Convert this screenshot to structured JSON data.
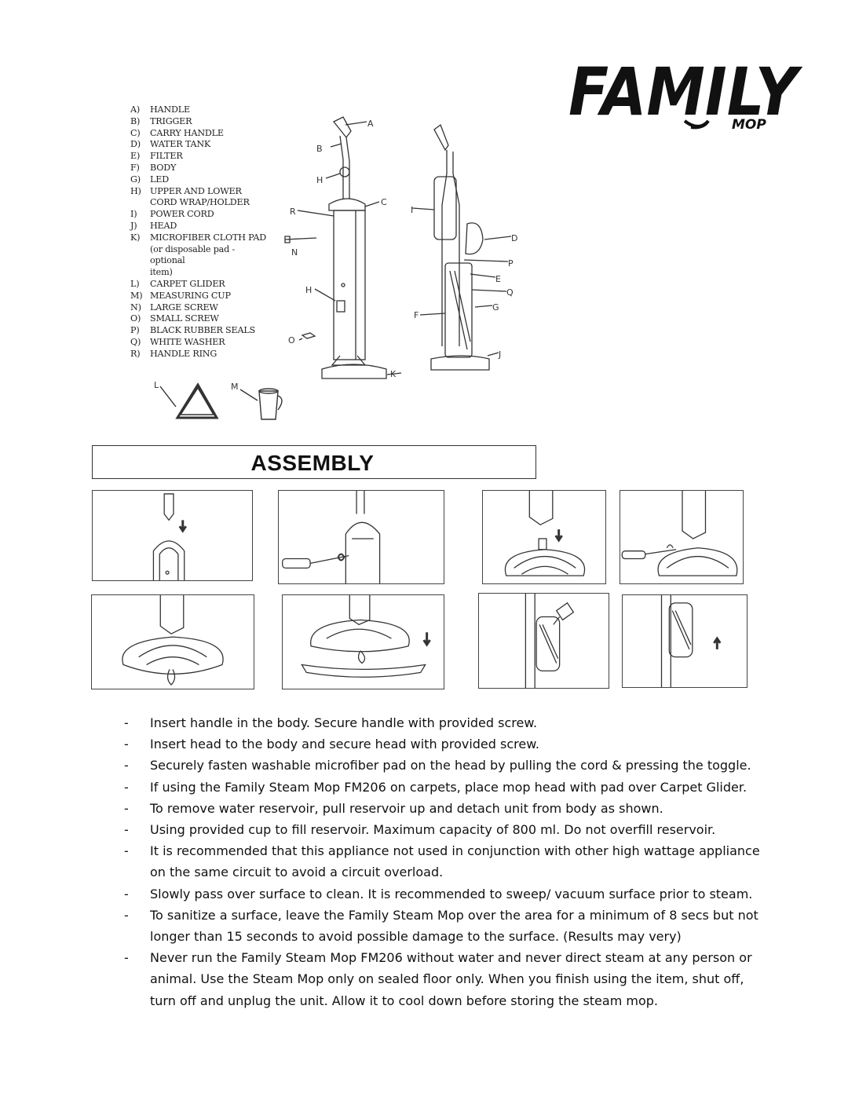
{
  "logo": {
    "word": "FAMILY",
    "sub": "MOP"
  },
  "parts": [
    {
      "key": "A)",
      "label": "HANDLE"
    },
    {
      "key": "B)",
      "label": "TRIGGER"
    },
    {
      "key": "C)",
      "label": "CARRY HANDLE"
    },
    {
      "key": "D)",
      "label": "WATER TANK"
    },
    {
      "key": "E)",
      "label": "FILTER"
    },
    {
      "key": "F)",
      "label": "BODY"
    },
    {
      "key": "G)",
      "label": "LED"
    },
    {
      "key": "H)",
      "label": "UPPER AND LOWER\nCORD WRAP/HOLDER"
    },
    {
      "key": "I)",
      "label": "POWER CORD"
    },
    {
      "key": "J)",
      "label": "HEAD"
    },
    {
      "key": "K)",
      "label": "MICROFIBER CLOTH PAD\n(or disposable pad - optional\n      item)"
    },
    {
      "key": "L)",
      "label": "CARPET GLIDER"
    },
    {
      "key": "M)",
      "label": "MEASURING CUP"
    },
    {
      "key": "N)",
      "label": "LARGE SCREW"
    },
    {
      "key": "O)",
      "label": "SMALL SCREW"
    },
    {
      "key": "P)",
      "label": "BLACK RUBBER SEALS"
    },
    {
      "key": "Q)",
      "label": "WHITE WASHER"
    },
    {
      "key": "R)",
      "label": "HANDLE RING"
    }
  ],
  "diagram_callouts": {
    "a": "A",
    "b": "B",
    "c": "C",
    "h1": "H",
    "r": "R",
    "n": "N",
    "h2": "H",
    "o": "O",
    "k": "K",
    "i": "I",
    "d": "D",
    "p": "P",
    "e": "E",
    "q": "Q",
    "g": "G",
    "f": "F",
    "j": "J",
    "l": "L",
    "m": "M"
  },
  "section": {
    "title": "ASSEMBLY"
  },
  "instructions": [
    "Insert handle in the body. Secure handle with provided screw.",
    "Insert head to the body and secure head with provided screw.",
    "Securely fasten washable microfiber pad on the head by pulling the cord & pressing the toggle.",
    "If using the Family Steam Mop FM206 on carpets, place mop head with pad over Carpet Glider.",
    "To remove water reservoir, pull reservoir up and detach unit from body as shown.",
    "Using provided cup to fill reservoir. Maximum capacity of 800 ml. Do not overfill reservoir.",
    "It is recommended that this appliance not used in conjunction with other high wattage appliance on the same circuit to avoid a circuit overload.",
    "Slowly pass over surface to clean. It is recommended to sweep/ vacuum surface prior to steam.",
    "To sanitize a surface, leave the Family Steam Mop over the area for a minimum of 8 secs but not longer than 15 seconds to avoid possible damage to the surface. (Results may very)",
    "Never run the Family Steam Mop FM206 without water and never direct steam at any person or animal. Use the Steam Mop only on sealed floor only. When you finish using the item, shut off, turn off and unplug the unit. Allow it to cool down before storing the steam mop."
  ],
  "bullet_symbol": "-"
}
